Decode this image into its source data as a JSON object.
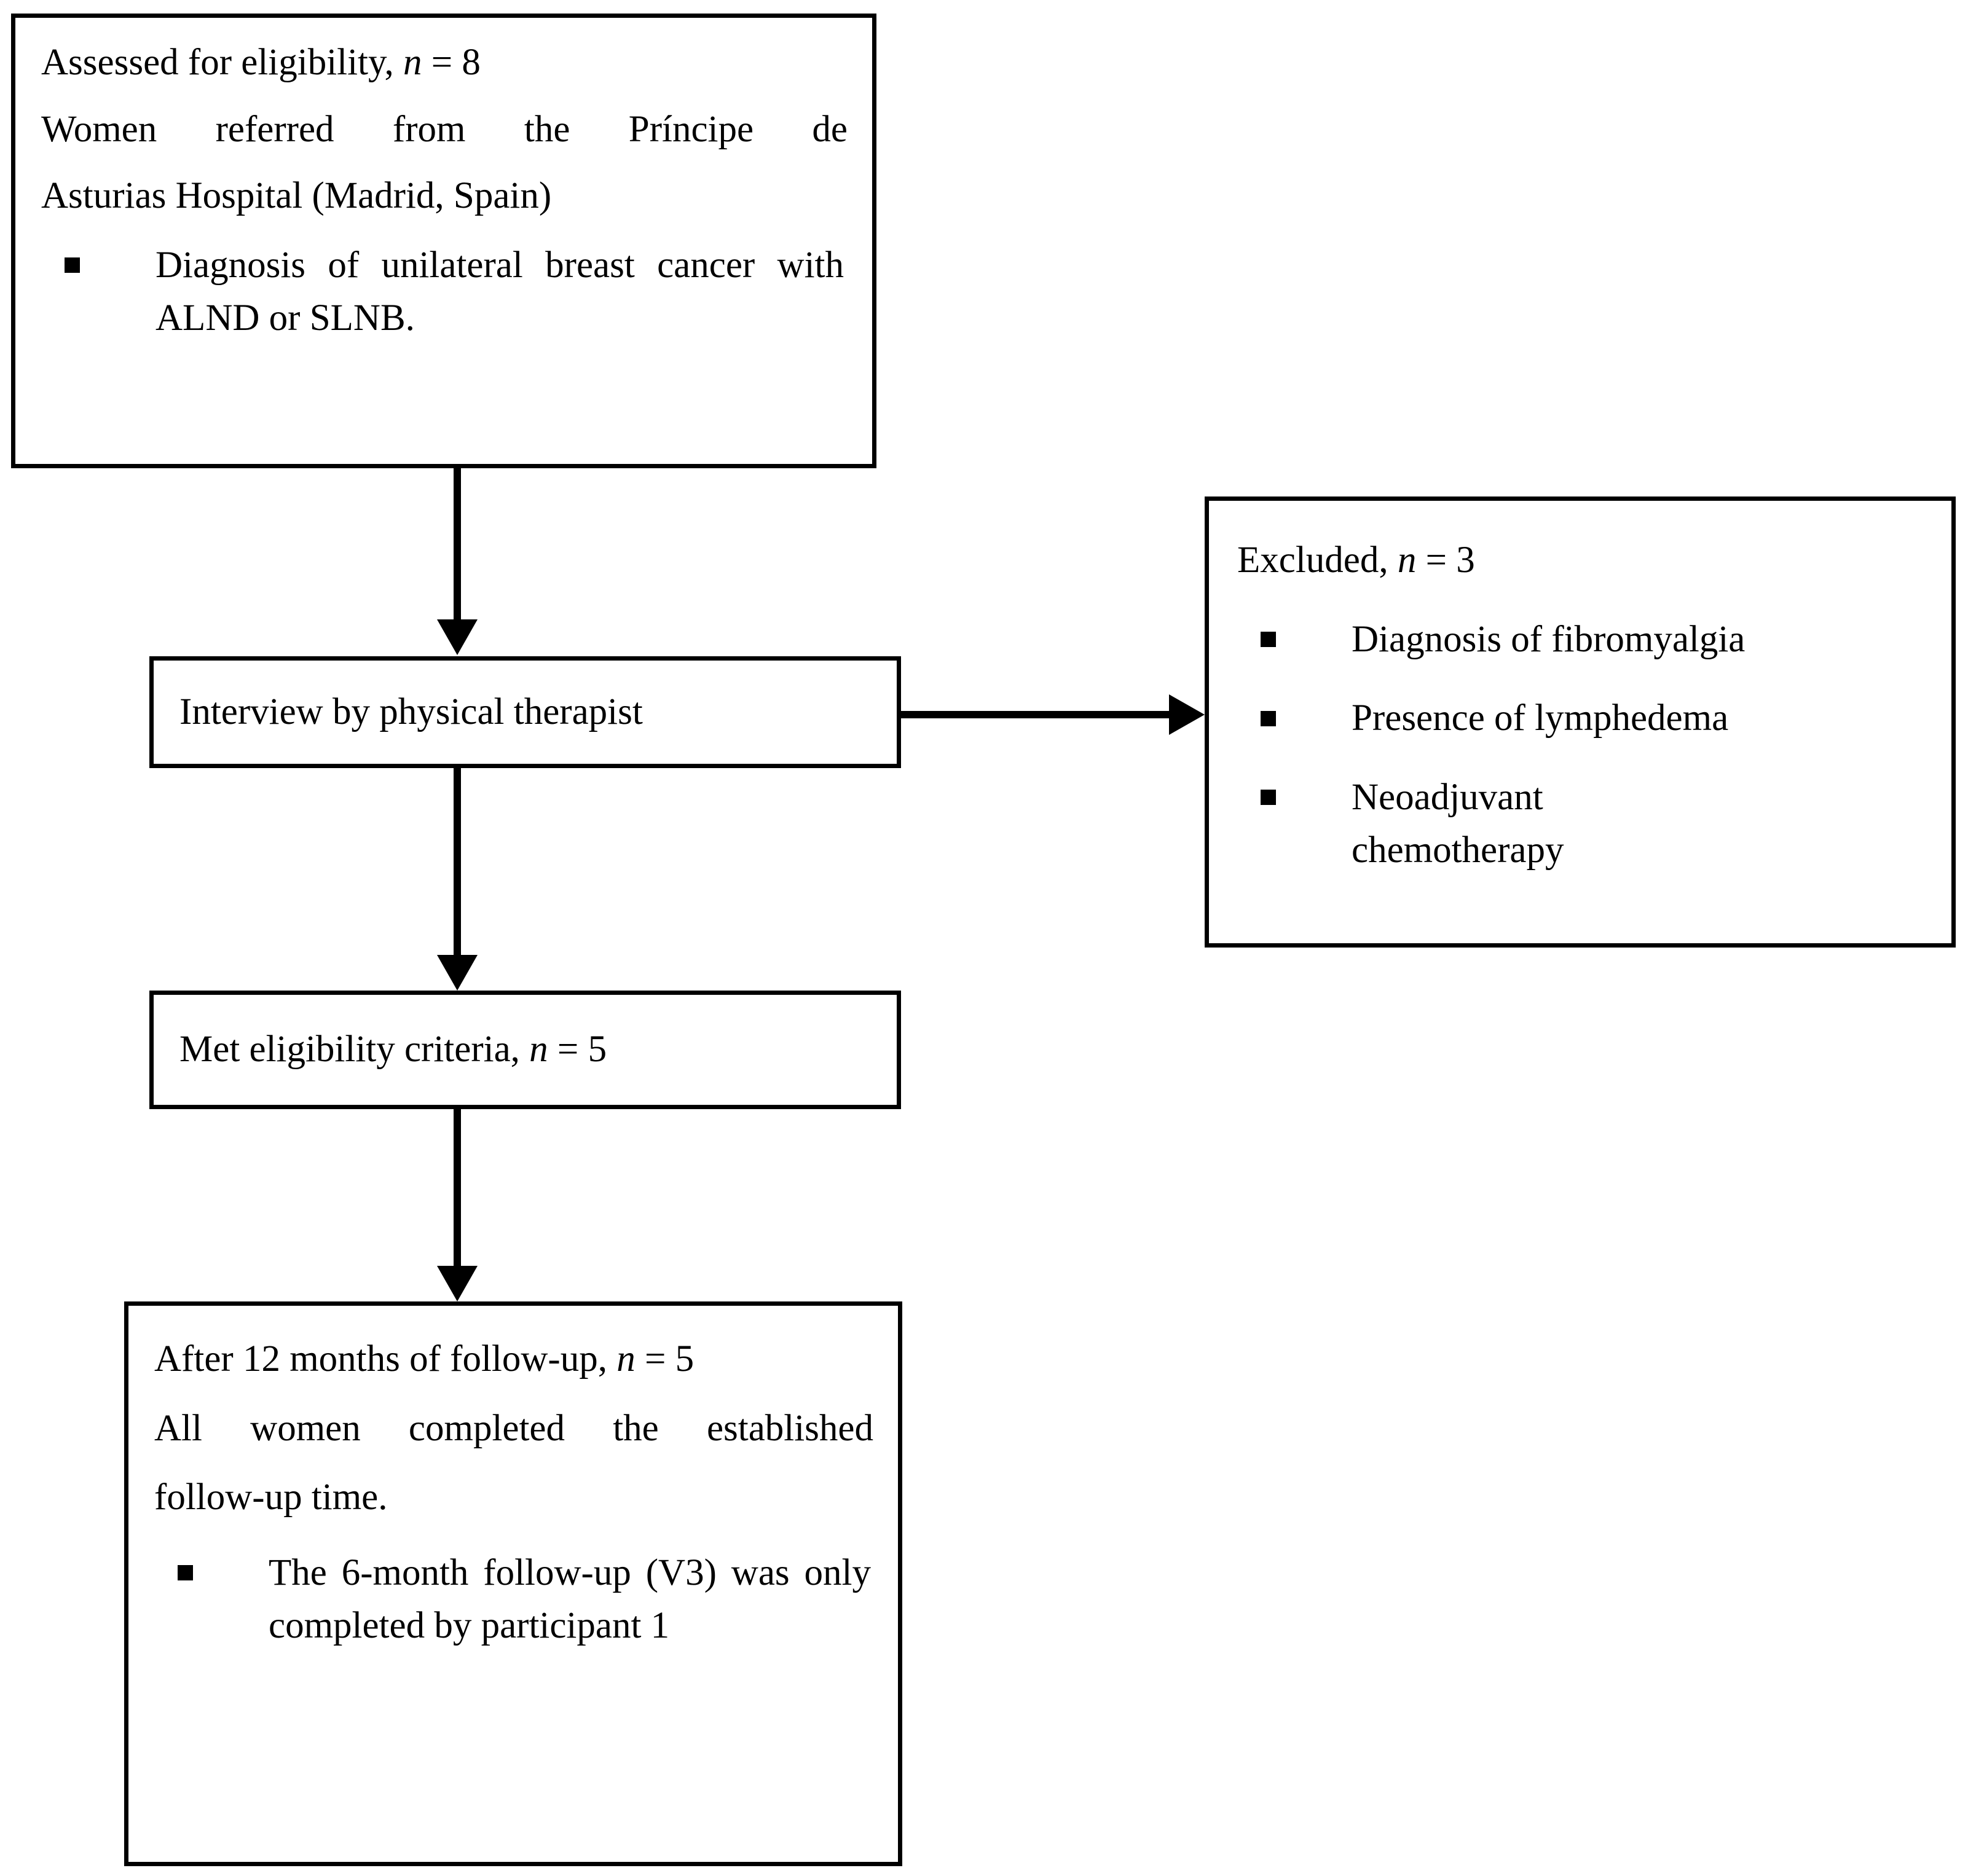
{
  "figure": {
    "type": "flowchart",
    "title": "Participant flow diagram",
    "stroke_color": "#000000",
    "background_color": "#ffffff"
  },
  "boxes": {
    "assessed": {
      "name": "assessed-for-eligibility-box",
      "line1_prefix": "Assessed for eligibility, ",
      "line1_nvar": "n",
      "line1_suffix": " = 8",
      "line2": "Women referred from the Príncipe de",
      "line3": "Asturias Hospital (Madrid, Spain)",
      "bullets": [
        "Diagnosis of unilateral breast cancer with ALND or SLNB."
      ]
    },
    "interview": {
      "name": "interview-box",
      "line1": "Interview by physical therapist"
    },
    "excluded": {
      "name": "excluded-box",
      "line1_prefix": "Excluded, ",
      "line1_nvar": "n",
      "line1_suffix": " = 3",
      "bullets": [
        "Diagnosis of fibromyalgia",
        "Presence of lymphedema",
        "Neoadjuvant chemotherapy"
      ]
    },
    "met_criteria": {
      "name": "met-eligibility-criteria-box",
      "line1_prefix": "Met eligibility criteria, ",
      "line1_nvar": "n",
      "line1_suffix": " = 5"
    },
    "followup": {
      "name": "follow-up-box",
      "line1_prefix": "After 12 months of follow-up, ",
      "line1_nvar": "n",
      "line1_suffix": " = 5",
      "line2": "All women completed the established",
      "line3": "follow-up time.",
      "bullets": [
        "The 6-month follow-up (V3) was only completed by participant 1"
      ]
    }
  },
  "connectors": [
    {
      "name": "arrow-assessed-to-interview",
      "from": "assessed",
      "to": "interview",
      "direction": "down"
    },
    {
      "name": "arrow-interview-to-excluded",
      "from": "interview",
      "to": "excluded",
      "direction": "right"
    },
    {
      "name": "arrow-interview-to-met-criteria",
      "from": "interview",
      "to": "met_criteria",
      "direction": "down"
    },
    {
      "name": "arrow-met-criteria-to-followup",
      "from": "met_criteria",
      "to": "followup",
      "direction": "down"
    }
  ]
}
